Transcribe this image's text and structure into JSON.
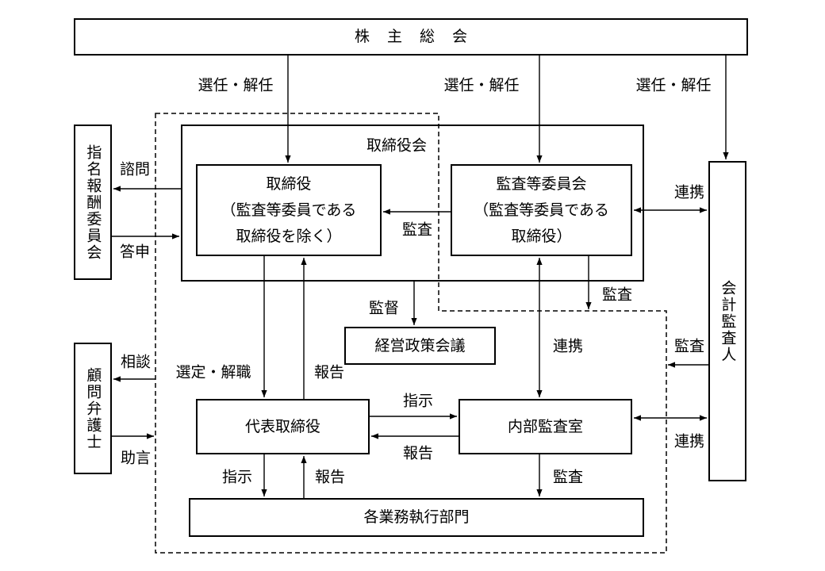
{
  "nodes": {
    "shareholders_meeting": "株 主 総 会",
    "board_of_directors": "取締役会",
    "directors": [
      "取締役",
      "（監査等委員である",
      "取締役を除く）"
    ],
    "audit_committee": [
      "監査等委員会",
      "（監査等委員である",
      "取締役）"
    ],
    "nomination_compensation_committee": "指名報酬委員会",
    "accounting_auditor": "会計監査人",
    "legal_advisor": "顧問弁護士",
    "management_policy_council": "経営政策会議",
    "representative_director": "代表取締役",
    "internal_audit_office": "内部監査室",
    "business_execution_divisions": "各業務執行部門"
  },
  "edges": {
    "shareholders_to_directors": "選任・解任",
    "shareholders_to_audit_committee": "選任・解任",
    "shareholders_to_accounting_auditor": "選任・解任",
    "board_to_nomination": "諮問",
    "nomination_to_board": "答申",
    "audit_committee_to_directors": "監査",
    "audit_committee_accounting_auditor": "連携",
    "board_to_policy_council": "監督",
    "audit_committee_to_execution": "監査",
    "audit_committee_internal_audit": "連携",
    "accounting_auditor_to_execution": "監査",
    "internal_audit_accounting_auditor": "連携",
    "company_to_legal_advisor": "相談",
    "legal_advisor_to_company": "助言",
    "directors_to_representative": "選定・解職",
    "representative_to_directors": "報告",
    "representative_to_internal_audit": "指示",
    "internal_audit_to_representative": "報告",
    "representative_to_divisions": "指示",
    "divisions_to_representative": "報告",
    "internal_audit_to_divisions": "監査"
  }
}
